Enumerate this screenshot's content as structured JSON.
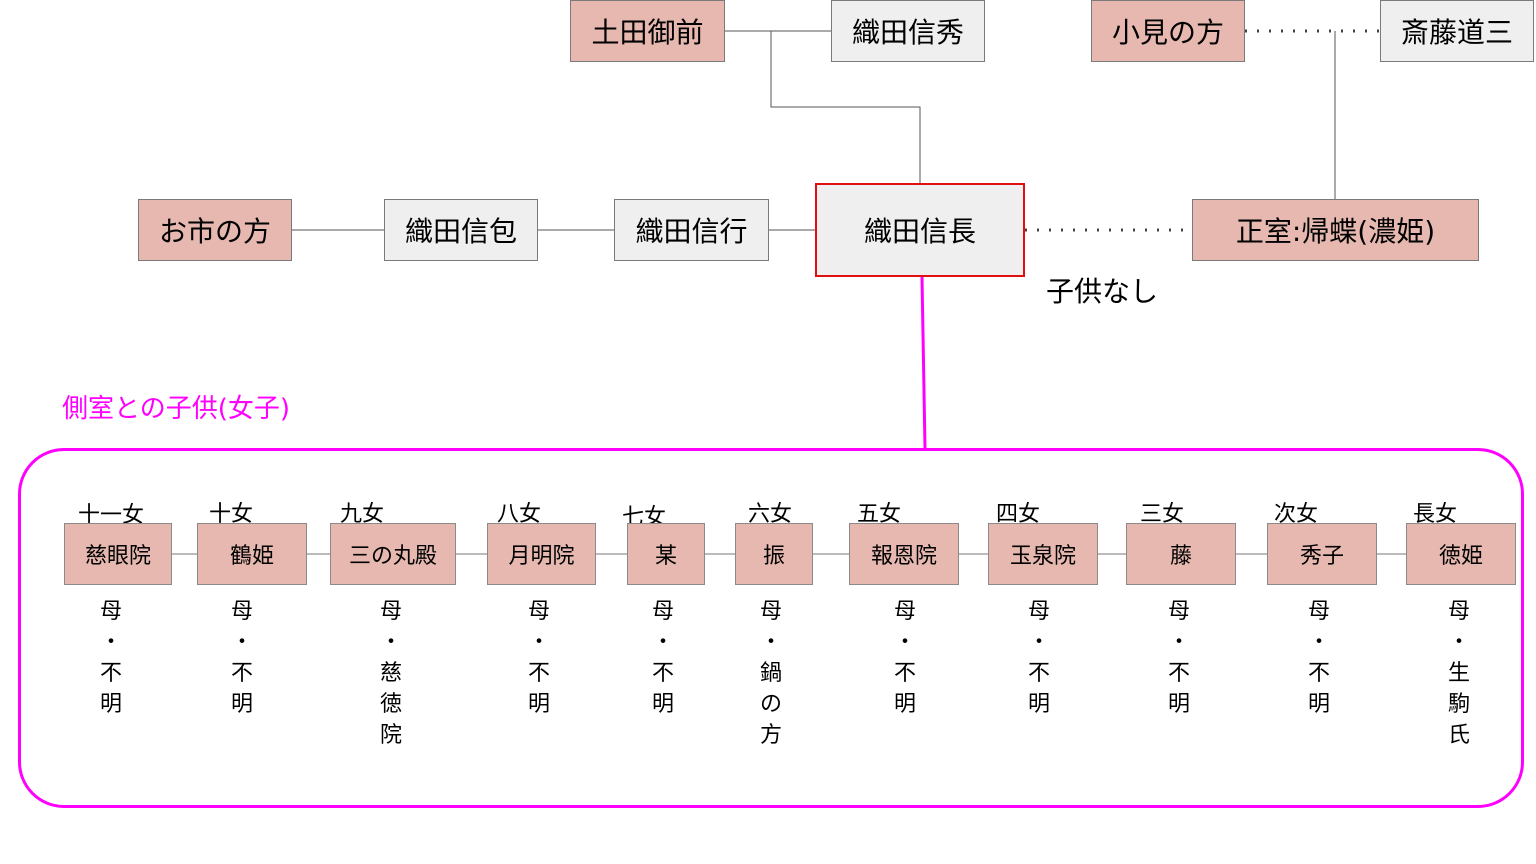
{
  "parents": {
    "mother": "土田御前",
    "father": "織田信秀"
  },
  "wife_parents": {
    "mother": "小見の方",
    "father": "斎藤道三"
  },
  "siblings": {
    "oichi": "お市の方",
    "nobukane": "織田信包",
    "nobuyuki": "織田信行"
  },
  "main_person": "織田信長",
  "wife": "正室:帰蝶(濃姫)",
  "wife_note": "子供なし",
  "daughters_section_label": "側室との子供(女子)",
  "daughters": [
    {
      "order": "十一女",
      "name": "慈眼院",
      "mother": [
        "母",
        "・",
        "不",
        "明"
      ]
    },
    {
      "order": "十女",
      "name": "鶴姫",
      "mother": [
        "母",
        "・",
        "不",
        "明"
      ]
    },
    {
      "order": "九女",
      "name": "三の丸殿",
      "mother": [
        "母",
        "・",
        "慈",
        "徳",
        "院"
      ]
    },
    {
      "order": "八女",
      "name": "月明院",
      "mother": [
        "母",
        "・",
        "不",
        "明"
      ]
    },
    {
      "order": "七女",
      "name": "某",
      "mother": [
        "母",
        "・",
        "不",
        "明"
      ]
    },
    {
      "order": "六女",
      "name": "振",
      "mother": [
        "母",
        "・",
        "鍋",
        "の",
        "方"
      ]
    },
    {
      "order": "五女",
      "name": "報恩院",
      "mother": [
        "母",
        "・",
        "不",
        "明"
      ]
    },
    {
      "order": "四女",
      "name": "玉泉院",
      "mother": [
        "母",
        "・",
        "不",
        "明"
      ]
    },
    {
      "order": "三女",
      "name": "藤",
      "mother": [
        "母",
        "・",
        "不",
        "明"
      ]
    },
    {
      "order": "次女",
      "name": "秀子",
      "mother": [
        "母",
        "・",
        "不",
        "明"
      ]
    },
    {
      "order": "長女",
      "name": "徳姫",
      "mother": [
        "母",
        "・",
        "生",
        "駒",
        "氏"
      ]
    }
  ],
  "colors": {
    "female_box": "#e6b8af",
    "male_box": "#efefef",
    "highlight_border": "#e01010",
    "children_frame": "#ff00ff"
  }
}
